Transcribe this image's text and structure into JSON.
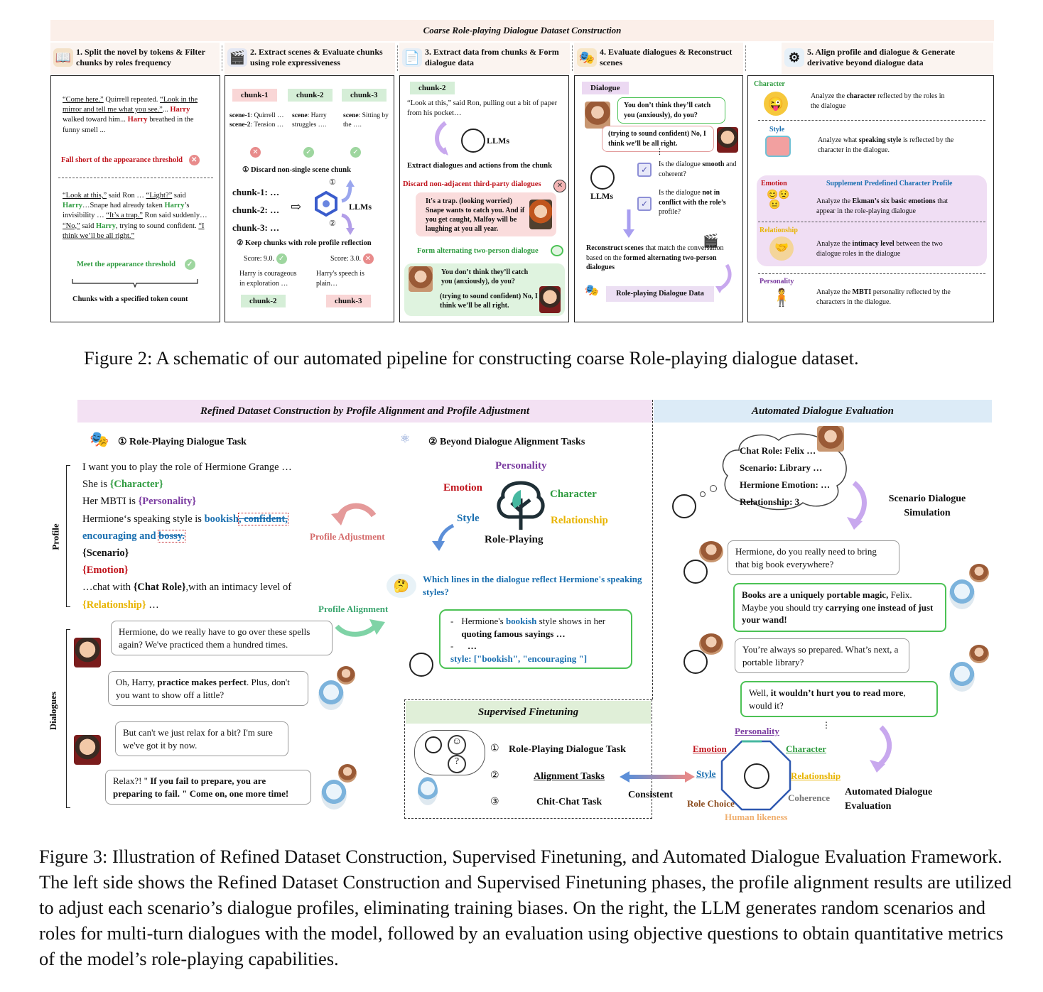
{
  "fig2": {
    "banner": "Coarse Role-playing Dialogue Dataset Construction",
    "steps": [
      "1. Split the novel by tokens & Filter chunks by roles frequency",
      "2. Extract scenes & Evaluate chunks using role expressiveness",
      "3. Extract data from chunks & Form dialogue data",
      "4. Evaluate dialogues & Reconstruct scenes",
      "5. Align profile and dialogue & Generate derivative beyond dialogue data"
    ],
    "p1": {
      "text1_a": "“Come here.”",
      "text1_b": " Quirrell repeated. ",
      "text1_c": "“Look in the mirror and tell me what you see.”",
      "text1_d": "... ",
      "text1_e": "Harry",
      "text1_f": " walked toward him... ",
      "text1_g": "Harry",
      "text1_h": " breathed in the funny smell ...",
      "fail": "Fall short of the appearance threshold",
      "text2_a": "“Look at this,”",
      "text2_b": " said Ron … ",
      "text2_c": "“Light?”",
      "text2_d": " said ",
      "text2_e": "Harry",
      "text2_f": "…Snape had already taken ",
      "text2_g": "Harry",
      "text2_h": "’s invisibility … ",
      "text2_i": "“It’s a trap.”",
      "text2_j": " Ron said suddenly… ",
      "text2_k": "“No,”",
      "text2_l": " said ",
      "text2_m": "Harry",
      "text2_n": ", trying to sound confident. ",
      "text2_o": "“I think we’ll be all right.”",
      "meet": "Meet the appearance threshold",
      "bottom": "Chunks with a specified token count"
    },
    "p2": {
      "chips": [
        "chunk-1",
        "chunk-2",
        "chunk-3"
      ],
      "scene_lines": [
        [
          "scene-1",
          ": Quirrell …",
          "scene",
          ": Harry struggles ….",
          "scene",
          ": Sitting by the …."
        ],
        [
          "scene-2",
          ": Tension …"
        ]
      ],
      "discard": "① Discard non-single scene chunk",
      "chunks": [
        "chunk-1: …",
        "chunk-2: …",
        "chunk-3: …"
      ],
      "llms": "LLMs",
      "n1": "①",
      "n2": "②",
      "keep": "② Keep chunks with role profile reflection",
      "score1": "Score: 9.0.",
      "score2": "Score: 3.0.",
      "desc1": "Harry is courageous in exploration …",
      "desc2": "Harry's speech is plain…",
      "bottom_chips": [
        "chunk-2",
        "chunk-3"
      ]
    },
    "p3": {
      "chip": "chunk-2",
      "quote": "“Look at this,” said Ron, pulling out a bit of paper from his pocket…",
      "llms": "LLMs",
      "extract": "Extract dialogues and actions from the chunk",
      "discard": "Discard non-adjacent third-party dialogues",
      "trap": "It's a trap. (looking worried) Snape wants to catch you. And if you get caught, Malfoy will be laughing at you all year.",
      "form": "Form alternating two-person dialogue",
      "d1": "You don’t think they’ll catch you (anxiously), do you?",
      "d2": "(trying to sound confident) No, I think we’ll be all right."
    },
    "p4": {
      "chip": "Dialogue",
      "d1": "You don’t think they’ll catch you (anxiously), do you?",
      "d2": "(trying to sound confident) No, I think we’ll be all right.",
      "dots": "⋮",
      "llms": "LLMs",
      "q1_a": "Is the dialogue ",
      "q1_b": "smooth",
      "q1_c": " and coherent?",
      "q2_a": "Is the dialogue ",
      "q2_b": "not in conflict with the role’s",
      "q2_c": " profile?",
      "recon_a": "Reconstruct scenes",
      "recon_b": " that match the conversation based on the ",
      "recon_c": "formed alternating",
      "recon_d": " two-person dialogues",
      "result": "Role-playing Dialogue Data"
    },
    "p5": {
      "character_label": "Character",
      "character_text_a": "Analyze the ",
      "character_text_b": "character",
      "character_text_c": " reflected by the roles in the dialogue",
      "style_label": "Style",
      "style_text_a": "Analyze what ",
      "style_text_b": "speaking style",
      "style_text_c": " is reflected by the character in the dialogue.",
      "supplement": "Supplement Predefined Character Profile",
      "emotion_label": "Emotion",
      "emotion_text_a": "Analyze the ",
      "emotion_text_b": "Ekman’s six basic emotions",
      "emotion_text_c": " that appear in the role-playing dialogue",
      "relationship_label": "Relationship",
      "relationship_text_a": "Analyze the ",
      "relationship_text_b": "intimacy level",
      "relationship_text_c": " between the two dialogue roles in the dialogue",
      "personality_label": "Personality",
      "personality_text_a": "Analyze the ",
      "personality_text_b": "MBTI",
      "personality_text_c": " personality reflected by the characters in the dialogue."
    },
    "caption": "Figure 2: A schematic of our automated pipeline for constructing coarse Role-playing dialogue dataset."
  },
  "fig3": {
    "left_banner": "Refined Dataset Construction by Profile Alignment and Profile Adjustment",
    "right_banner": "Automated Dialogue Evaluation",
    "task1": "①  Role-Playing Dialogue Task",
    "task2": "②  Beyond Dialogue Alignment Tasks",
    "profile_label": "Profile",
    "dialogues_label": "Dialogues",
    "profile": {
      "l1": "I want you to play the role of Hermione Grange …",
      "l2_a": "She is ",
      "l2_b": "{Character}",
      "l3_a": "Her MBTI is ",
      "l3_b": "{Personality}",
      "l4_a": "Hermione‘s speaking style is ",
      "l4_b": "bookish",
      "l4_c": ", confident,",
      "l5_a": "encouraging and ",
      "l5_b": "bossy.",
      "l6": "{Scenario}",
      "l7": "{Emotion}",
      "l8_a": "…chat with ",
      "l8_b": "{Chat Role}",
      "l8_c": ",with an intimacy level of",
      "l9_a": "{Relationship}",
      "l9_b": " …"
    },
    "profile_adjustment": "Profile Adjustment",
    "profile_alignment": "Profile Alignment",
    "tree": {
      "personality": "Personality",
      "emotion": "Emotion",
      "character": "Character",
      "style": "Style",
      "relationship": "Relationship",
      "role_playing": "Role-Playing"
    },
    "question": "Which lines in the dialogue reflect Hermione's speaking styles?",
    "answer_a": "Hermione's ",
    "answer_b": "bookish",
    "answer_c": " style shows in her ",
    "answer_d": "quoting famous sayings …",
    "answer_dash1": "-",
    "answer_dash2": "-",
    "answer_dots": "…",
    "answer_style": "style: [\"bookish\", \"encouraging \"]",
    "dialogues": {
      "d1": "Hermione, do we really have to go over these spells again? We've practiced them a hundred times.",
      "d2_a": "Oh, Harry, ",
      "d2_b": "practice makes perfect",
      "d2_c": ". Plus, don't you want to show off a little?",
      "d3": "But can't we just relax for a bit? I'm sure we've got it by now.",
      "d4_a": "Relax?! \" ",
      "d4_b": "If you fail to prepare, you are preparing to fail. \" Come on, one more time!"
    },
    "sft": {
      "title": "Supervised Finetuning",
      "n1": "①",
      "t1": "Role-Playing Dialogue Task",
      "n2": "②",
      "t2": "Alignment Tasks",
      "n3": "③",
      "t3": "Chit-Chat Task",
      "consistent": "Consistent"
    },
    "eval": {
      "cloud1": "Chat Role: Felix …",
      "cloud2": "Scenario: Library …",
      "cloud3": "Hermione Emotion: …",
      "cloud4": "Relationship: 3",
      "sim_label": "Scenario Dialogue Simulation",
      "e1": "Hermione, do you really need to bring that big book everywhere?",
      "e2_a": "Books are a uniquely portable magic,",
      "e2_b": " Felix. Maybe you should try ",
      "e2_c": "carrying one instead of just your wand!",
      "e3": "You’re always so prepared. What’s next, a portable library?",
      "e4_a": "Well, ",
      "e4_b": "it wouldn’t hurt you to read more",
      "e4_c": ", would it?",
      "dots": "⋮",
      "radar": {
        "personality": "Personality",
        "emotion": "Emotion",
        "character": "Character",
        "style": "Style",
        "relationship": "Relationship",
        "role_choice": "Role Choice",
        "coherence": "Coherence",
        "human_likeness": "Human likeness"
      },
      "auto_label": "Automated Dialogue Evaluation"
    },
    "caption": "Figure 3: Illustration of Refined Dataset Construction, Supervised Finetuning, and Automated Dialogue Evaluation Framework. The left side shows the Refined Dataset Construction and Supervised Finetuning phases, the profile alignment results are utilized to adjust each scenario’s dialogue profiles, eliminating training biases. On the right, the LLM generates random scenarios and roles for multi-turn dialogues with the model, followed by an evaluation using objective questions to obtain quantitative metrics of the model’s role-playing capabilities."
  }
}
